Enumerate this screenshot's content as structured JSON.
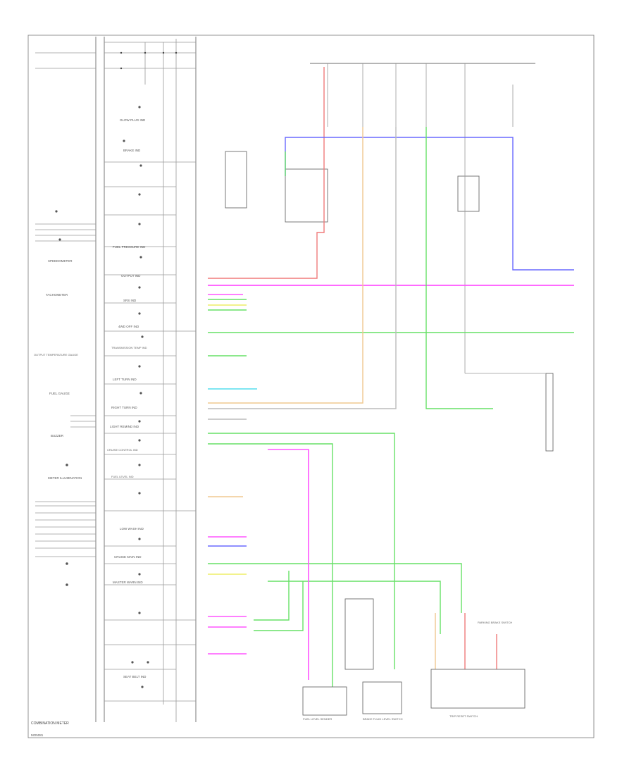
{
  "colors": {
    "red": "#f07a7a",
    "magenta": "#ff55ff",
    "blue": "#6a6aff",
    "green": "#66e066",
    "cyan": "#55ddee",
    "tan": "#f0c890",
    "yellow": "#eeee66",
    "gray": "#9a9a9a",
    "pink": "#ff99cc"
  },
  "footer": {
    "caption": "COMBINATION METER",
    "page_ref": "MO5081"
  },
  "meter_items": [
    "GLOW PLUG IND",
    "BRAKE IND",
    "FUEL PRESSURE IND",
    "OUTPUT IND",
    "SRS IND",
    "4WD OFF IND",
    "TRANSMISSION TEMP IND",
    "LEFT TURN IND",
    "RIGHT TURN IND",
    "LIGHT REMIND IND",
    "CRUISE CONTROL IND",
    "FUEL LEVEL IND",
    "LOW WASH IND",
    "CRUISE MAIN IND",
    "MASTER WARN IND",
    "SEAT BELT IND"
  ],
  "left_components": [
    "SPEEDOMETER",
    "TACHOMETER",
    "OUTPUT TEMPERATURE GAUGE",
    "FUEL GAUGE",
    "BUZZER",
    "METER ILLUMINATION"
  ],
  "right_bottom_labels": {
    "fuel_sender": "FUEL LEVEL SENDER",
    "brake_switch": "BRAKE FLUID LEVEL SWITCH",
    "trip_switch": "TRIP RESET SWITCH",
    "parking_brake": "PARKING BRAKE SWITCH"
  }
}
